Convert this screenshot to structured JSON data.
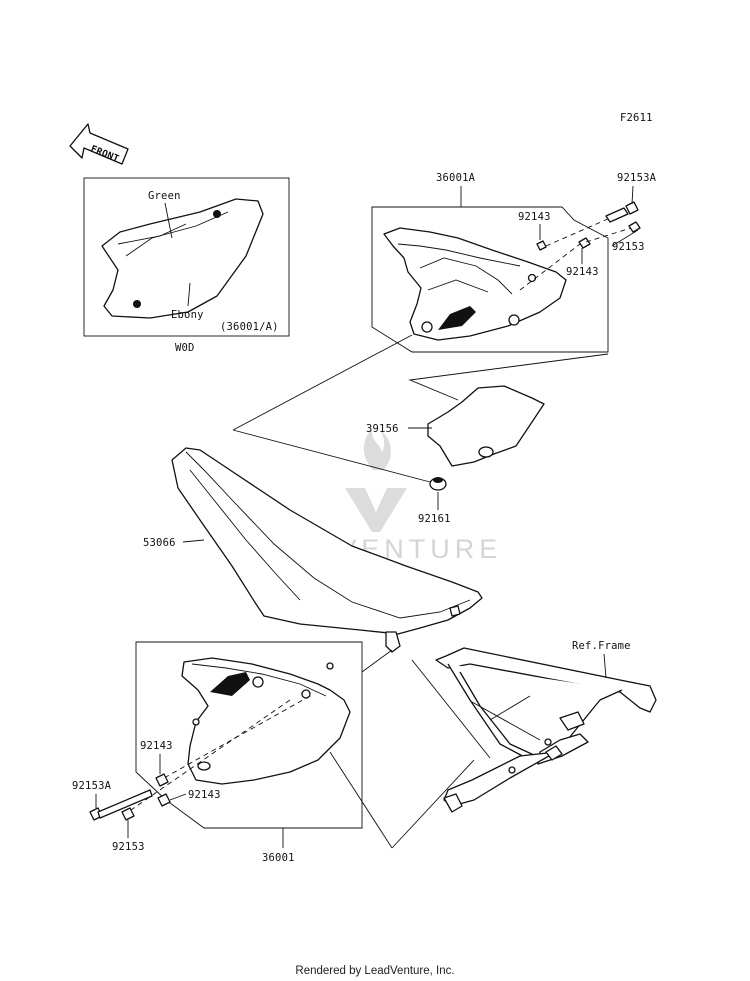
{
  "figure_code": "F2611",
  "front_arrow_label": "FRONT",
  "inset": {
    "color_top": "Green",
    "color_bottom": "Ebony",
    "part_ref": "(36001/A)",
    "caption": "W0D"
  },
  "callouts": {
    "p36001A": "36001A",
    "p92153A_top": "92153A",
    "p92143_a": "92143",
    "p92153_top": "92153",
    "p92143_b": "92143",
    "p39156": "39156",
    "p92161": "92161",
    "p53066": "53066",
    "ref_frame": "Ref.Frame",
    "p92143_c": "92143",
    "p92153A_bottom": "92153A",
    "p92143_d": "92143",
    "p92153_bottom": "92153",
    "p36001": "36001"
  },
  "watermark": "LEADVENTURE",
  "footer": "Rendered by LeadVenture, Inc."
}
